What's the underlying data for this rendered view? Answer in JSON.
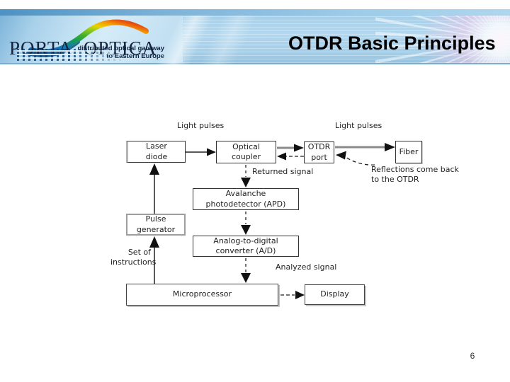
{
  "header": {
    "title": "OTDR Basic Principles",
    "logo": {
      "word1": "PORTA",
      "word2": "OPTICA",
      "tagline_line1": "distributed optical gateway",
      "tagline_line2": "to Eastern Europe"
    }
  },
  "diagram": {
    "boxes": {
      "laser": "Laser\ndiode",
      "coupler": "Optical\ncoupler",
      "otdr_port": "OTDR\nport",
      "fiber": "Fiber",
      "apd": "Avalanche\nphotodetector (APD)",
      "pulse_generator": "Pulse\ngenerator",
      "adc": "Analog-to-digital\nconverter (A/D)",
      "microprocessor": "Microprocessor",
      "display": "Display"
    },
    "labels": {
      "light_pulses_left": "Light pulses",
      "light_pulses_right": "Light pulses",
      "returned_signal": "Returned signal",
      "reflections": "Reflections come back\nto the OTDR",
      "set_of_instructions": "Set of\ninstructions",
      "analyzed_signal": "Analyzed signal"
    }
  },
  "footer": {
    "page_number": "6"
  },
  "colors": {
    "banner_blue": "#aed6ee",
    "banner_edge": "#79aed2",
    "logo_navy": "#152440",
    "title_black": "#000000",
    "diagram_ink": "#1e1e1e",
    "thick_line_gray": "#8a8a8a"
  }
}
